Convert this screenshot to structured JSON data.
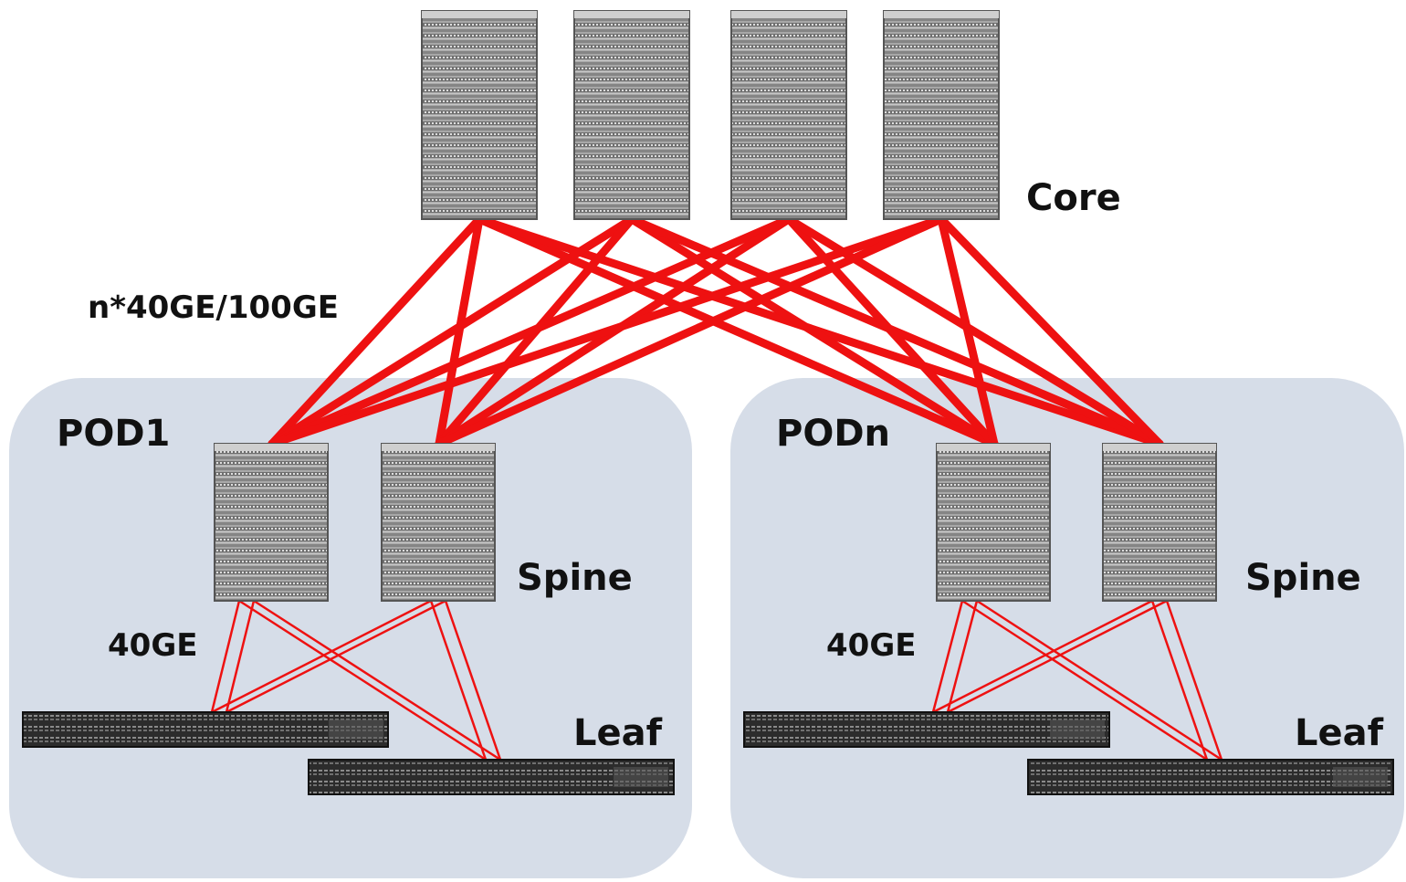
{
  "labels": {
    "core": "Core",
    "core_link": "n*40GE/100GE",
    "pod1": "POD1",
    "podn": "PODn",
    "spine_left": "Spine",
    "spine_right": "Spine",
    "leaf_left": "Leaf",
    "leaf_right": "Leaf",
    "link_left": "40GE",
    "link_right": "40GE"
  },
  "colors": {
    "link": "#ee1111",
    "pod_background": "#d6dde8",
    "chassis": "#9a9a9a",
    "switch_body": "#2a2a2a"
  },
  "topology": {
    "core_switches": 4,
    "pods": [
      "POD1",
      "PODn"
    ],
    "spines_per_pod": 2,
    "leaves_per_pod": 2
  }
}
